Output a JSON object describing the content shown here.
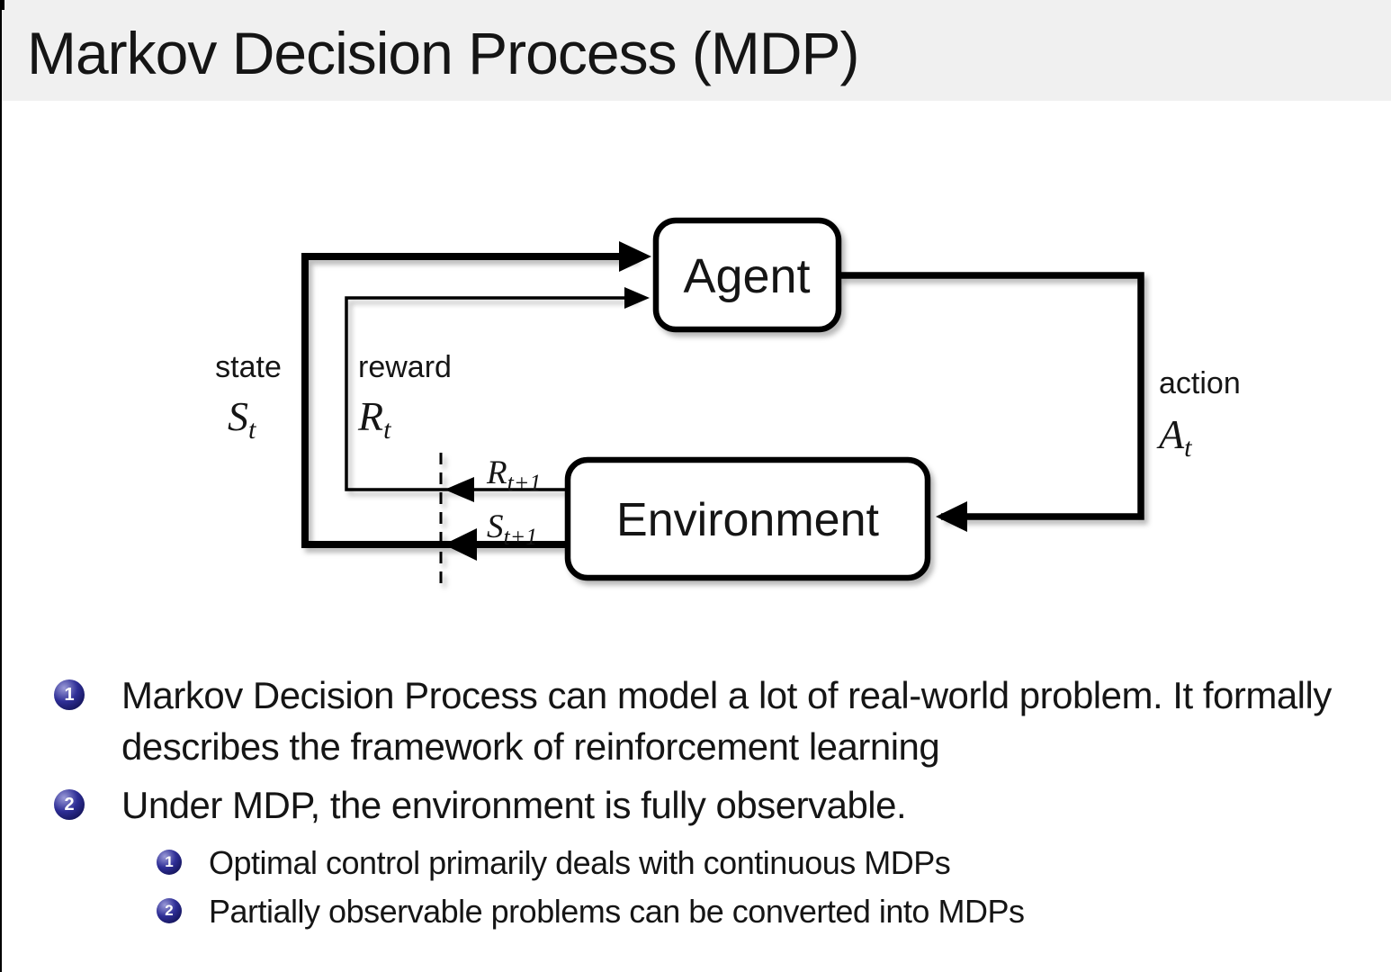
{
  "slide": {
    "title": "Markov Decision Process (MDP)"
  },
  "diagram": {
    "agent_label": "Agent",
    "environment_label": "Environment",
    "state_word": "state",
    "state_var": "S",
    "state_sub": "t",
    "reward_word": "reward",
    "reward_var": "R",
    "reward_sub": "t",
    "action_word": "action",
    "action_var": "A",
    "action_sub": "t",
    "next_reward_var": "R",
    "next_reward_sub": "t+1",
    "next_state_var": "S",
    "next_state_sub": "t+1"
  },
  "bullets": [
    {
      "number": "1",
      "text": "Markov Decision Process can model a lot of real-world problem. It formally describes the framework of reinforcement learning"
    },
    {
      "number": "2",
      "text": "Under MDP, the environment is fully observable.",
      "sub": [
        {
          "number": "1",
          "text": "Optimal control primarily deals with continuous MDPs"
        },
        {
          "number": "2",
          "text": "Partially observable problems can be converted into MDPs"
        }
      ]
    }
  ],
  "colors": {
    "title_bar_bg": "#f0f0f0",
    "text_color": "#151515",
    "line_color": "#000000",
    "ball_hi": "#9b9bd8",
    "ball_mid": "#2e2e96",
    "ball_dark": "#10104f"
  }
}
